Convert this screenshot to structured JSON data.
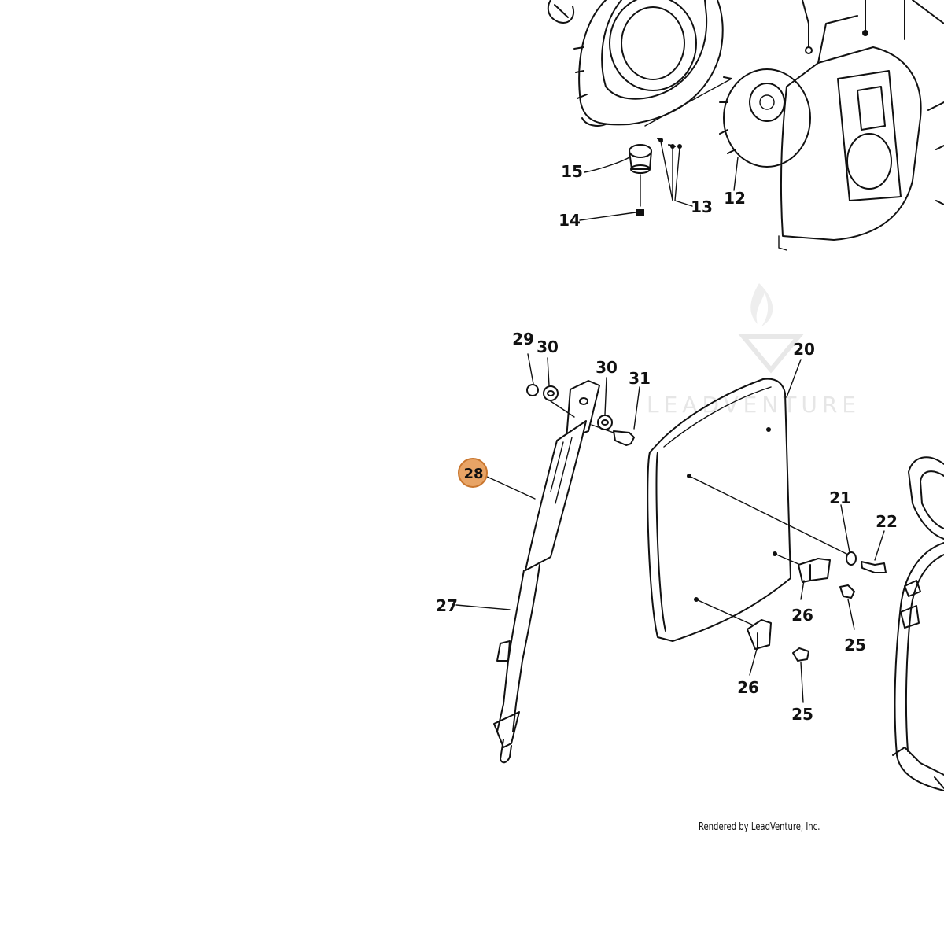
{
  "watermark": {
    "brand": "LEADVENTURE"
  },
  "credit": "Rendered by LeadVenture, Inc.",
  "highlight": {
    "part": "28",
    "color": "#e8a466",
    "border": "#c9762e"
  },
  "callouts": [
    "12",
    "13",
    "14",
    "15",
    "20",
    "21",
    "22",
    "25",
    "25",
    "26",
    "26",
    "27",
    "28",
    "29",
    "30",
    "30",
    "31"
  ]
}
